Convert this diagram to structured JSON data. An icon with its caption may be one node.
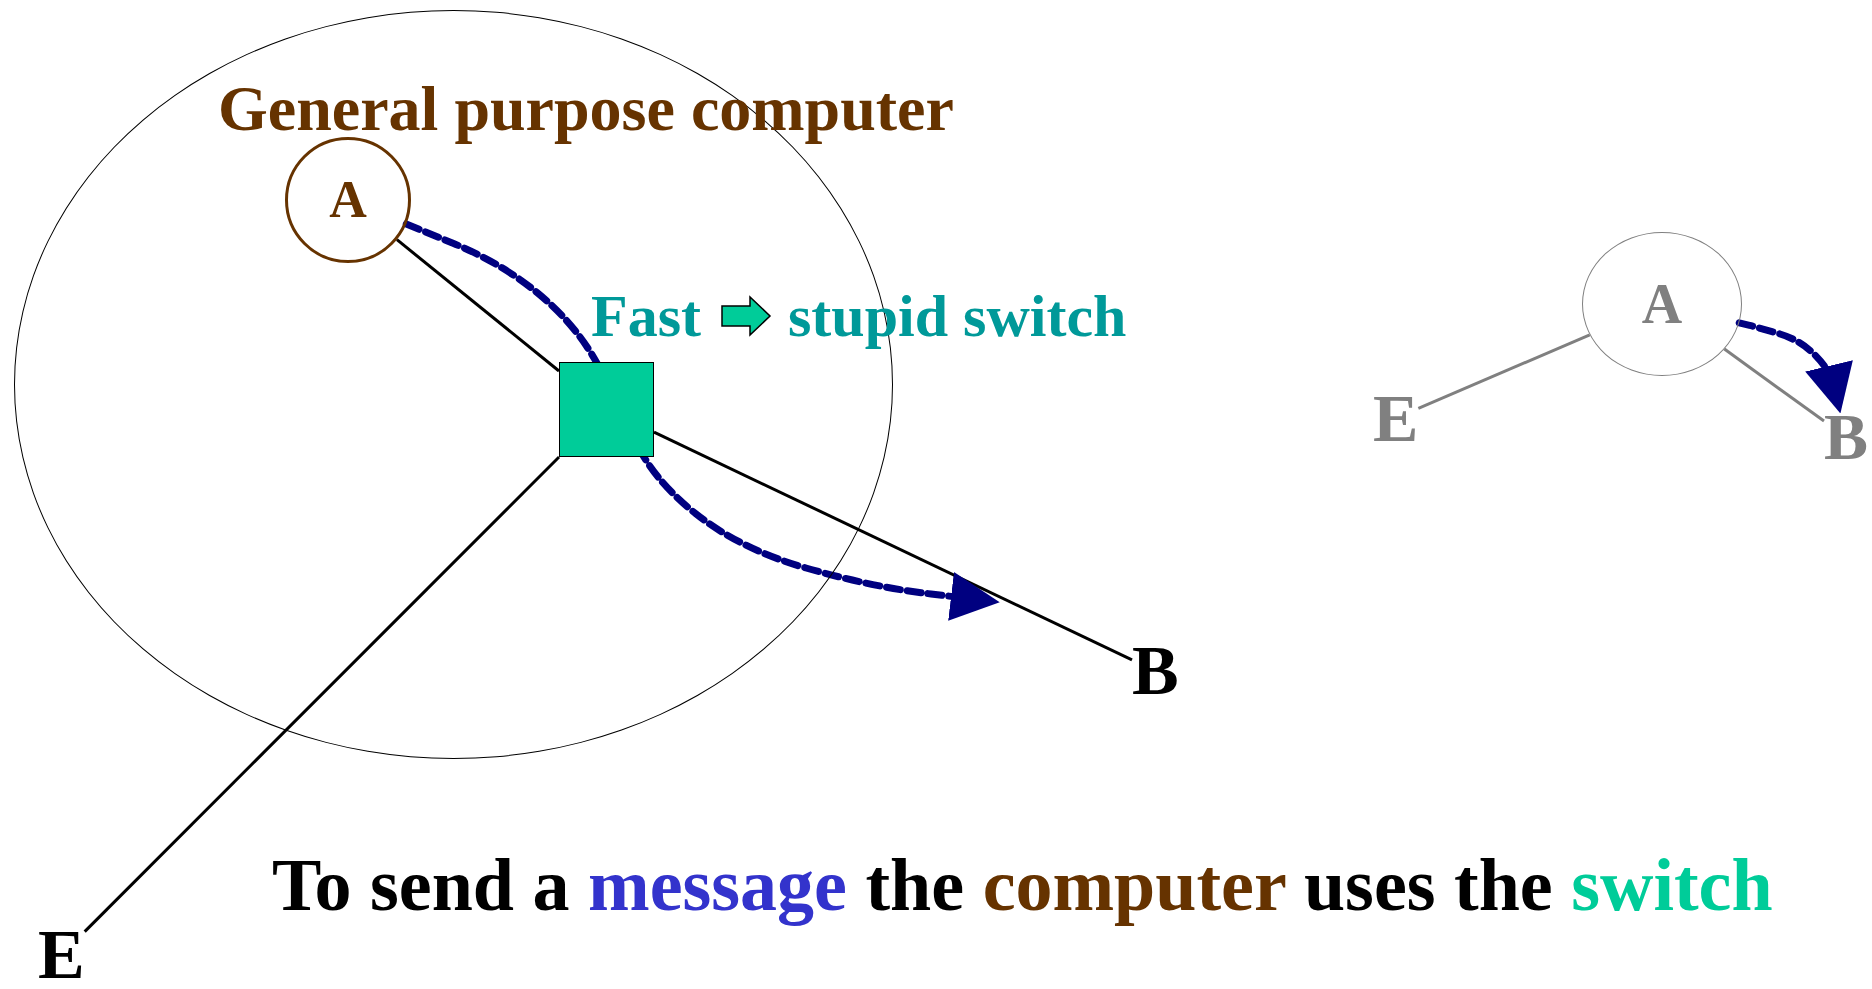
{
  "diagram": {
    "nodes": [
      {
        "text": [
          "General purpose computer"
        ]
      },
      {
        "text": [
          "A"
        ],
        "in": 0
      },
      {
        "text": [],
        "shape": "box",
        "in": 0,
        "beside": [
          "Fast",
          "stupid switch"
        ]
      },
      {
        "text": [
          "B"
        ]
      },
      {
        "text": [
          "E"
        ]
      },
      {
        "text": [
          "A"
        ]
      },
      {
        "text": [
          "E"
        ]
      },
      {
        "text": [
          "B"
        ]
      }
    ],
    "edges": [
      {
        "from": 1,
        "to": 2,
        "arrow": "none"
      },
      {
        "from": 2,
        "to": 3,
        "arrow": "none"
      },
      {
        "from": 2,
        "to": 4,
        "arrow": "none"
      },
      {
        "from": 1,
        "to": null,
        "arrow": "to",
        "style": "dashed",
        "color": "#000080"
      },
      {
        "from": 5,
        "to": 6,
        "arrow": "none",
        "color": "#808080"
      },
      {
        "from": 5,
        "to": 7,
        "arrow": "none",
        "color": "#808080"
      },
      {
        "from": 5,
        "to": 7,
        "arrow": "to",
        "style": "dashed",
        "color": "#000080"
      }
    ],
    "labels": [
      "To send a",
      "message",
      "the",
      "computer",
      "uses the",
      "switch"
    ]
  }
}
